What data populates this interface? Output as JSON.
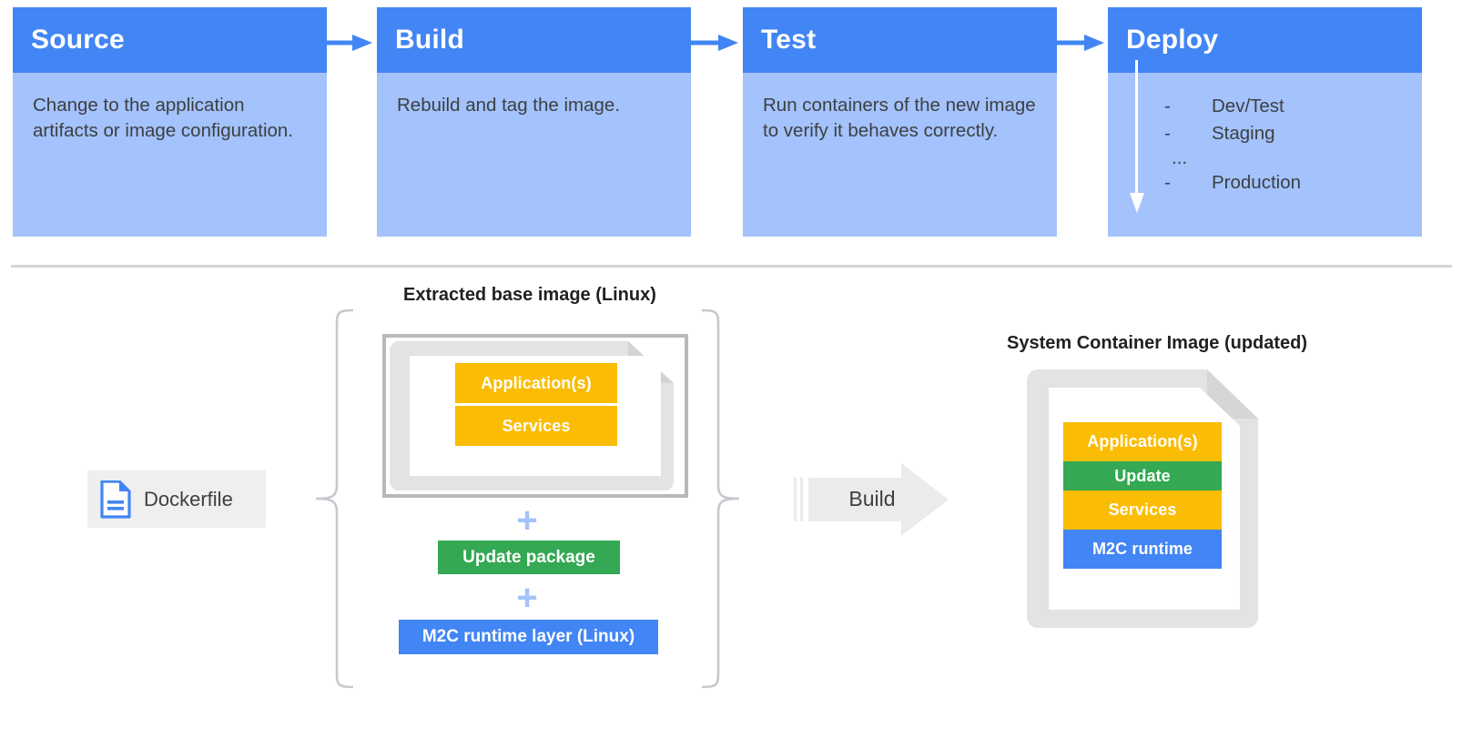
{
  "colors": {
    "header_blue": "#4285F4",
    "body_blue": "#A4C2FB",
    "yellow": "#FBBC04",
    "green": "#34A853",
    "blue": "#4285F4",
    "gray_frame": "#b6b9bd",
    "divider": "#d2d5d9",
    "chip_bg": "#efefef",
    "text": "#3c4043"
  },
  "pipeline": {
    "stages": [
      {
        "title": "Source",
        "desc": "Change to the application artifacts or image configuration."
      },
      {
        "title": "Build",
        "desc": "Rebuild and tag the image."
      },
      {
        "title": "Test",
        "desc": "Run containers of the new image to verify it behaves correctly."
      },
      {
        "title": "Deploy",
        "desc": ""
      }
    ],
    "deploy_items": [
      {
        "dash": "-",
        "label": "Dev/Test"
      },
      {
        "dash": "-",
        "label": "Staging"
      },
      {
        "dash": "",
        "label": "..."
      },
      {
        "dash": "-",
        "label": "Production"
      }
    ],
    "arrow_icon_name": "arrow-right-icon",
    "deploy_arrow_icon_name": "arrow-down-icon"
  },
  "bottom": {
    "extracted_label": "Extracted base image (Linux)",
    "system_image_label": "System Container Image (updated)",
    "dockerfile": {
      "label": "Dockerfile",
      "icon": "document-icon"
    },
    "build_arrow": {
      "label": "Build",
      "icon": "arrow-right-block-icon"
    },
    "extracted_layers": [
      {
        "label": "Application(s)",
        "color": "yellow"
      },
      {
        "label": "Services",
        "color": "yellow"
      }
    ],
    "stack_additions": [
      {
        "label": "Update package",
        "color": "green"
      },
      {
        "label": "M2C runtime layer (Linux)",
        "color": "blue"
      }
    ],
    "plus_symbol": "+",
    "result_layers": [
      {
        "label": "Application(s)",
        "color": "yellow"
      },
      {
        "label": "Update",
        "color": "green"
      },
      {
        "label": "Services",
        "color": "yellow"
      },
      {
        "label": "M2C runtime",
        "color": "blue"
      }
    ]
  }
}
